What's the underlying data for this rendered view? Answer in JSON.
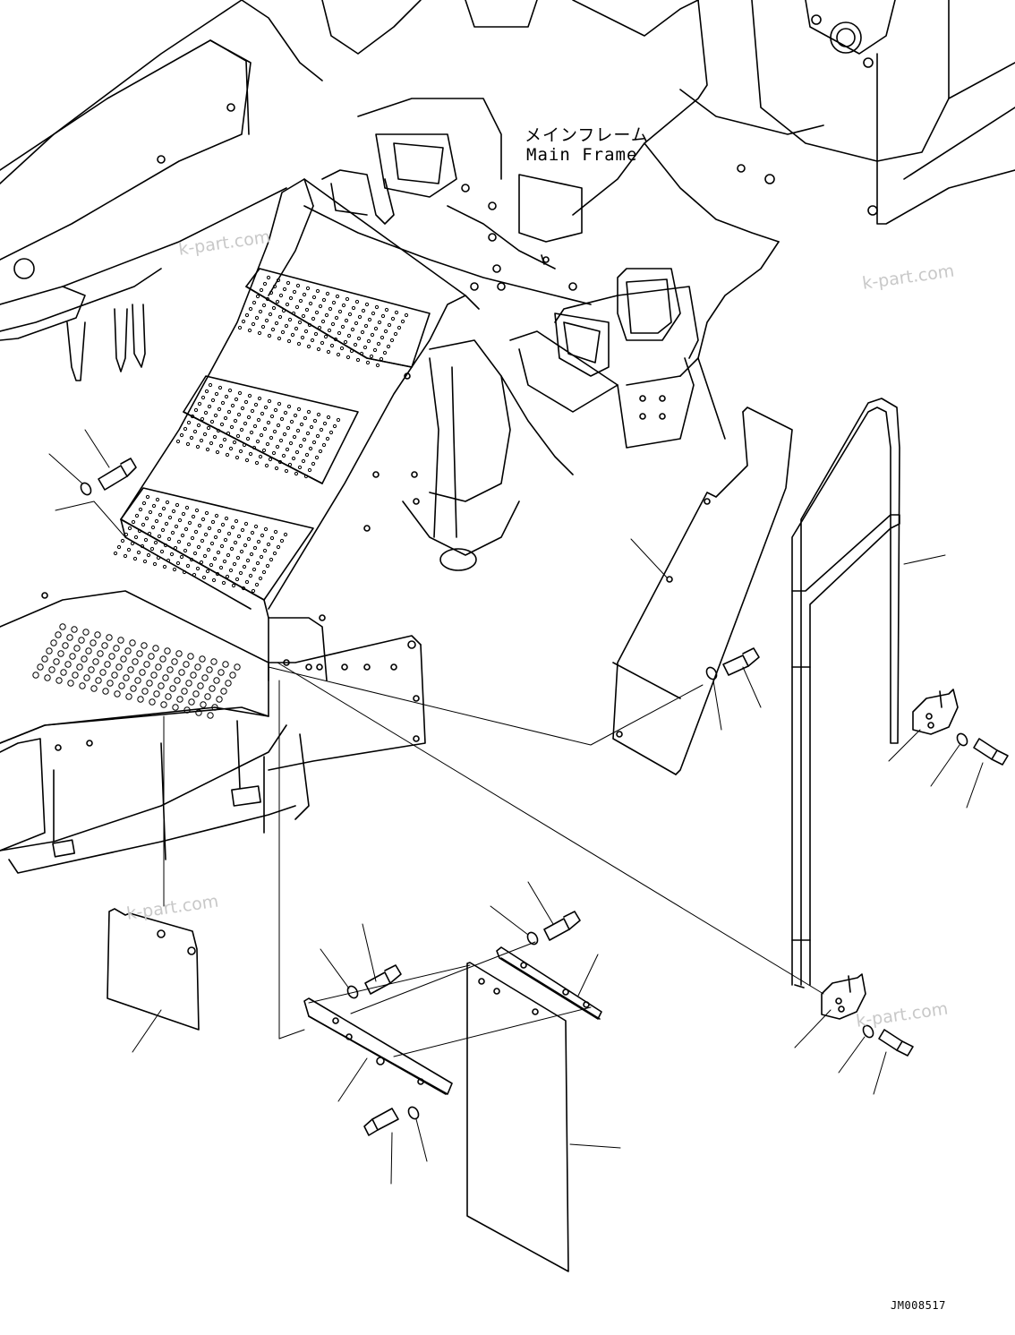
{
  "labels": {
    "main_frame_jp": "メインフレーム",
    "main_frame_en": "Main Frame",
    "drawing_code": "JM008517"
  },
  "watermarks": [
    "k-part.com",
    "k-part.com",
    "k-part.com",
    "k-part.com"
  ],
  "colors": {
    "line": "#000000",
    "watermark": "#c8c8c8",
    "background": "#ffffff"
  }
}
